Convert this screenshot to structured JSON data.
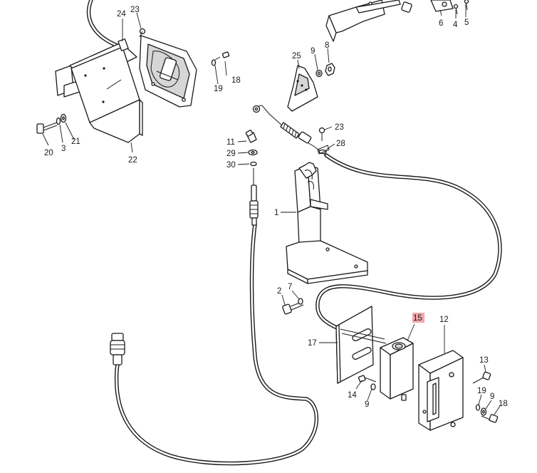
{
  "highlight_color": "#f4a6aa",
  "callouts": {
    "c24": "24",
    "c23a": "23",
    "c18a": "18",
    "c19a": "19",
    "c20": "20",
    "c3": "3",
    "c21": "21",
    "c22": "22",
    "c6": "6",
    "c4": "4",
    "c5": "5",
    "c25": "25",
    "c9a": "9",
    "c8": "8",
    "c23b": "23",
    "c28": "28",
    "c11": "11",
    "c29": "29",
    "c30": "30",
    "c1": "1",
    "c2": "2",
    "c7": "7",
    "c15": "15",
    "c12": "12",
    "c17": "17",
    "c13": "13",
    "c14": "14",
    "c9b": "9",
    "c19b": "19",
    "c9c": "9",
    "c18b": "18"
  }
}
